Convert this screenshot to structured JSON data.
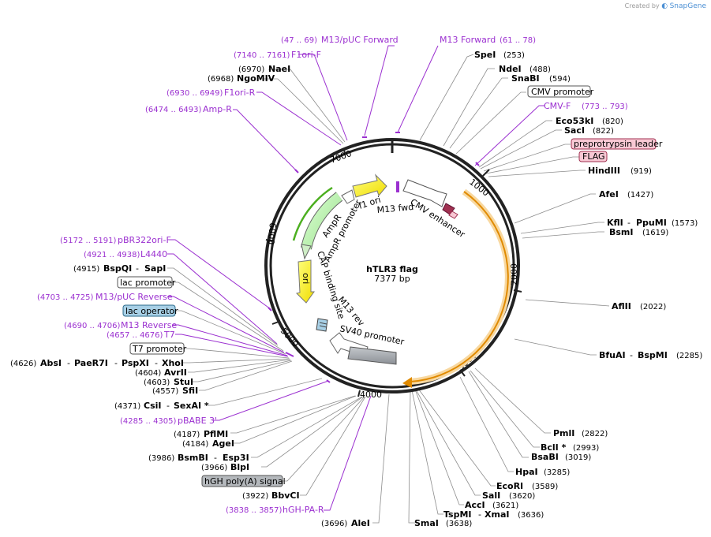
{
  "credit": {
    "prefix": "Created by",
    "brand": "SnapGene"
  },
  "plasmid": {
    "name": "hTLR3 flag",
    "size": "7377 bp"
  },
  "ticks": [
    "1000",
    "2000",
    "3000",
    "4000",
    "5000",
    "6000",
    "7000"
  ],
  "features": {
    "f1_ori": "f1 ori",
    "m13_fwd": "M13 fwd",
    "cmv_enhancer": "CMV enhancer",
    "ampr": "AmpR",
    "ampr_promoter": "AmpR promoter",
    "ori": "ori",
    "cap_binding_site": "CAP binding site",
    "m13_rev": "M13 rev",
    "sv40_promoter": "SV40 promoter"
  },
  "labels": {
    "m13puc_fwd": {
      "pos": "(47 .. 69)",
      "name": "M13/pUC Forward"
    },
    "m13_forward": {
      "name": "M13 Forward",
      "pos": "(61 .. 78)"
    },
    "spei": {
      "name": "SpeI",
      "pos": "(253)"
    },
    "f1ori_f": {
      "pos": "(7140 .. 7161)",
      "name": "F1ori-F"
    },
    "naei": {
      "pos": "(6970)",
      "name": "NaeI"
    },
    "ngomiv": {
      "pos": "(6968)",
      "name": "NgoMIV"
    },
    "f1ori_r": {
      "pos": "(6930 .. 6949)",
      "name": "F1ori-R"
    },
    "amp_r": {
      "pos": "(6474 .. 6493)",
      "name": "Amp-R"
    },
    "ndei": {
      "name": "NdeI",
      "pos": "(488)"
    },
    "snabi": {
      "name": "SnaBI",
      "pos": "(594)"
    },
    "cmv_promoter": {
      "name": "CMV promoter"
    },
    "cmv_f": {
      "name": "CMV-F",
      "pos": "(773 .. 793)"
    },
    "eco53ki": {
      "name": "Eco53kI",
      "pos": "(820)"
    },
    "saci": {
      "name": "SacI",
      "pos": "(822)"
    },
    "preprotrypsin": {
      "name": "preprotrypsin leader"
    },
    "flag": {
      "name": "FLAG"
    },
    "hindiii": {
      "name": "HindIII",
      "pos": "(919)"
    },
    "afei": {
      "name": "AfeI",
      "pos": "(1427)"
    },
    "kfli": {
      "name": "KflI",
      "sep": "-",
      "name2": "PpuMI",
      "pos": "(1573)"
    },
    "bsmi": {
      "name": "BsmI",
      "pos": "(1619)"
    },
    "aflii": {
      "name": "AflII",
      "pos": "(2022)"
    },
    "bfuai": {
      "name": "BfuAI",
      "sep": "-",
      "name2": "BspMI",
      "pos": "(2285)"
    },
    "pmli": {
      "name": "PmlI",
      "pos": "(2822)"
    },
    "bcli": {
      "name": "BclI *",
      "pos": "(2993)"
    },
    "bsabi": {
      "name": "BsaBI",
      "pos": "(3019)"
    },
    "hpai": {
      "name": "HpaI",
      "pos": "(3285)"
    },
    "ecori": {
      "name": "EcoRI",
      "pos": "(3589)"
    },
    "sali": {
      "name": "SalI",
      "pos": "(3620)"
    },
    "acci": {
      "name": "AccI",
      "pos": "(3621)"
    },
    "tspmi": {
      "name": "TspMI",
      "sep": "-",
      "name2": "XmaI",
      "pos": "(3636)"
    },
    "smai": {
      "name": "SmaI",
      "pos": "(3638)"
    },
    "alei": {
      "pos": "(3696)",
      "name": "AleI"
    },
    "hgh_pa_r": {
      "pos": "(3838 .. 3857)",
      "name": "hGH-PA-R"
    },
    "bbvci": {
      "pos": "(3922)",
      "name": "BbvCI"
    },
    "hgh_polya": {
      "name": "hGH poly(A) signal"
    },
    "blpi": {
      "pos": "(3966)",
      "name": "BlpI"
    },
    "bsmbi": {
      "pos": "(3986)",
      "name": "BsmBI",
      "sep": "-",
      "name2": "Esp3I"
    },
    "agei": {
      "pos": "(4184)",
      "name": "AgeI"
    },
    "pflmi": {
      "pos": "(4187)",
      "name": "PflMI"
    },
    "pbabe3": {
      "pos": "(4285 .. 4305)",
      "name": "pBABE 3'"
    },
    "csii": {
      "pos": "(4371)",
      "name": "CsiI",
      "sep": "-",
      "name2": "SexAI *"
    },
    "sfii": {
      "pos": "(4557)",
      "name": "SfiI"
    },
    "stui": {
      "pos": "(4603)",
      "name": "StuI"
    },
    "avrii": {
      "pos": "(4604)",
      "name": "AvrII"
    },
    "absi": {
      "pos": "(4626)",
      "name": "AbsI",
      "sep": "-",
      "name2": "PaeR7I",
      "sep2": "-",
      "name3": "PspXI",
      "sep3": "-",
      "name4": "XhoI"
    },
    "t7_promoter": {
      "name": "T7 promoter"
    },
    "t7": {
      "pos": "(4657 .. 4676)",
      "name": "T7"
    },
    "m13_reverse": {
      "pos": "(4690 .. 4706)",
      "name": "M13 Reverse"
    },
    "lac_operator": {
      "name": "lac operator"
    },
    "m13puc_rev": {
      "pos": "(4703 .. 4725)",
      "name": "M13/pUC Reverse"
    },
    "lac_promoter": {
      "name": "lac promoter"
    },
    "bspqi": {
      "pos": "(4915)",
      "name": "BspQI",
      "sep": "-",
      "name2": "SapI"
    },
    "l4440": {
      "pos": "(4921 .. 4938)",
      "name": "L4440"
    },
    "pbr322": {
      "pos": "(5172 .. 5191)",
      "name": "pBR322ori-F"
    }
  },
  "colors": {
    "backbone": "#222222",
    "primer": "#9b30d0",
    "cds": "#f0a020",
    "ampr": "#4caf20",
    "ori_fill": "#ffee00",
    "flag_fill": "#f8c8d4",
    "lac_operator_fill": "#a8d0e6",
    "polya_fill": "#a0a4ac"
  }
}
